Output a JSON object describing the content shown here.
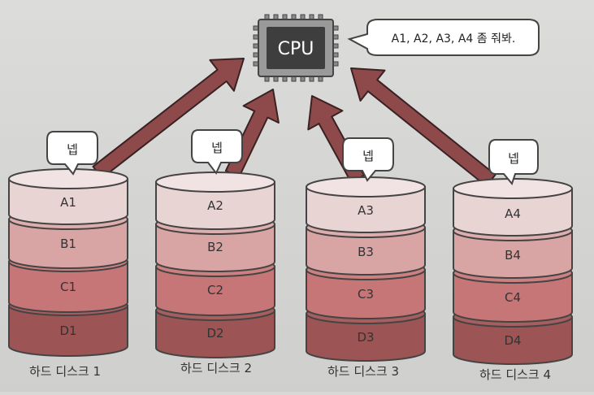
{
  "cpu": {
    "label": "CPU"
  },
  "request_bubble": {
    "text": "A1, A2, A3, A4 좀 줘봐."
  },
  "colors": {
    "arrow": "#8e4a4a",
    "layer_a": "#e9d4d4",
    "layer_b": "#d9a4a4",
    "layer_c": "#c67676",
    "layer_d": "#9c5454",
    "cpu_body": "#3e3e3e",
    "cpu_frame": "#9a9a9a"
  },
  "disks": [
    {
      "name": "하드 디스크 1",
      "reply": "넵",
      "layers": [
        "A1",
        "B1",
        "C1",
        "D1"
      ]
    },
    {
      "name": "하드 디스크 2",
      "reply": "넵",
      "layers": [
        "A2",
        "B2",
        "C2",
        "D2"
      ]
    },
    {
      "name": "하드 디스크 3",
      "reply": "넵",
      "layers": [
        "A3",
        "B3",
        "C3",
        "D3"
      ]
    },
    {
      "name": "하드 디스크 4",
      "reply": "넵",
      "layers": [
        "A4",
        "B4",
        "C4",
        "D4"
      ]
    }
  ]
}
